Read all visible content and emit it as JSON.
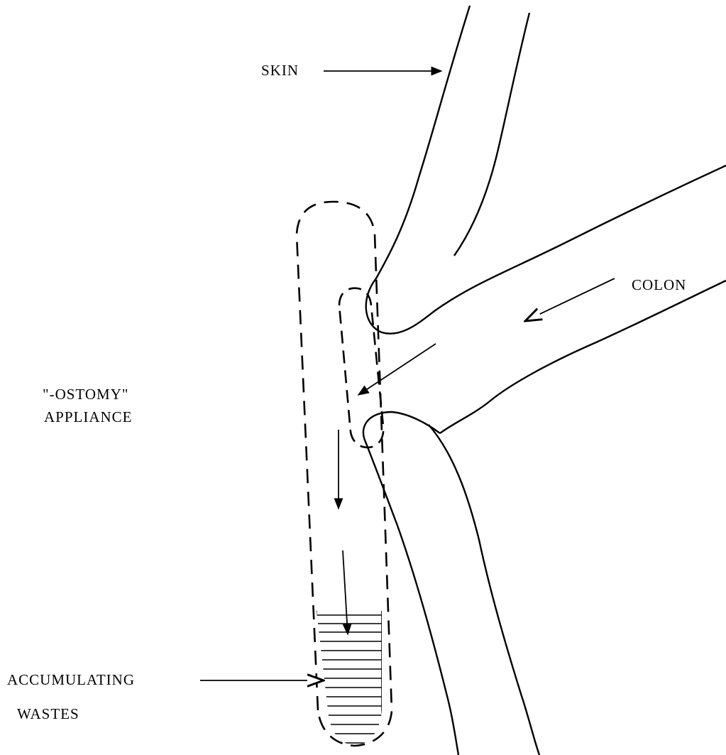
{
  "labels": {
    "skin": "SKIN",
    "colon": "COLON",
    "appliance_line1": "\"-OSTOMY\"",
    "appliance_line2": "APPLIANCE",
    "wastes_line1": "ACCUMULATING",
    "wastes_line2": "WASTES"
  },
  "colors": {
    "ink": "#000000",
    "background": "#ffffff"
  }
}
